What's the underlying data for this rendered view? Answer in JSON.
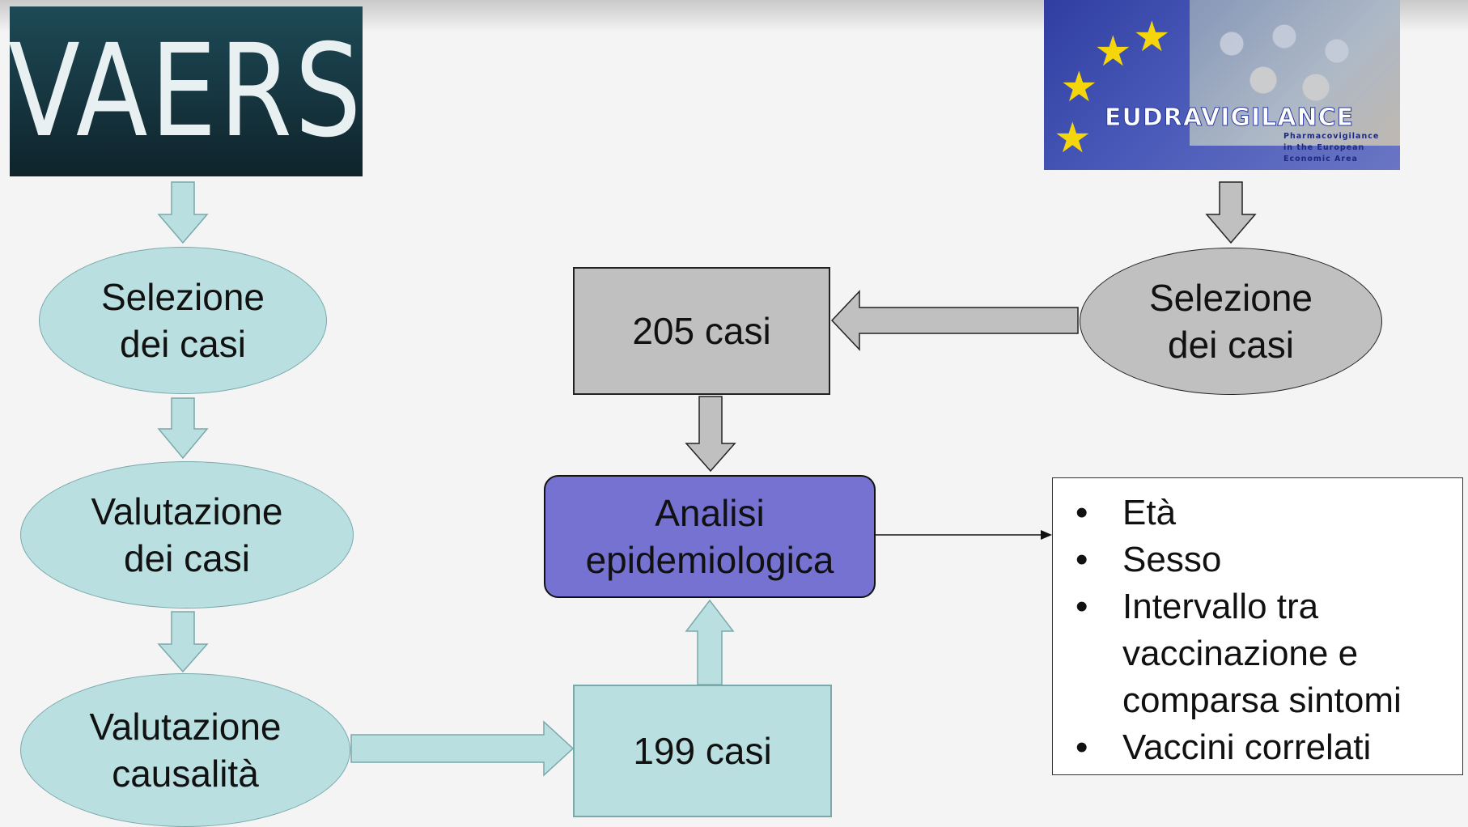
{
  "logos": {
    "vaers": "VAERS",
    "eudravigilance": {
      "brand": "EUDRAVIGILANCE",
      "subtitle": "Pharmacovigilance\nin the European\nEconomic Area"
    }
  },
  "nodes": {
    "vaers_selection": "Selezione\ndei casi",
    "vaers_evaluation": "Valutazione\ndei casi",
    "vaers_causality": "Valutazione\ncausalità",
    "vaers_cases": "199 casi",
    "eudra_selection": "Selezione\ndei casi",
    "eudra_cases": "205 casi",
    "analysis": "Analisi\nepidemiologica"
  },
  "analysis_items": [
    "Età",
    "Sesso",
    "Intervallo tra vaccinazione e comparsa sintomi",
    "Vaccini correlati"
  ],
  "colors": {
    "cyan_fill": "#b9dfe0",
    "gray_fill": "#c0c0c0",
    "purple_fill": "#7672d2",
    "background": "#f4f4f4"
  }
}
